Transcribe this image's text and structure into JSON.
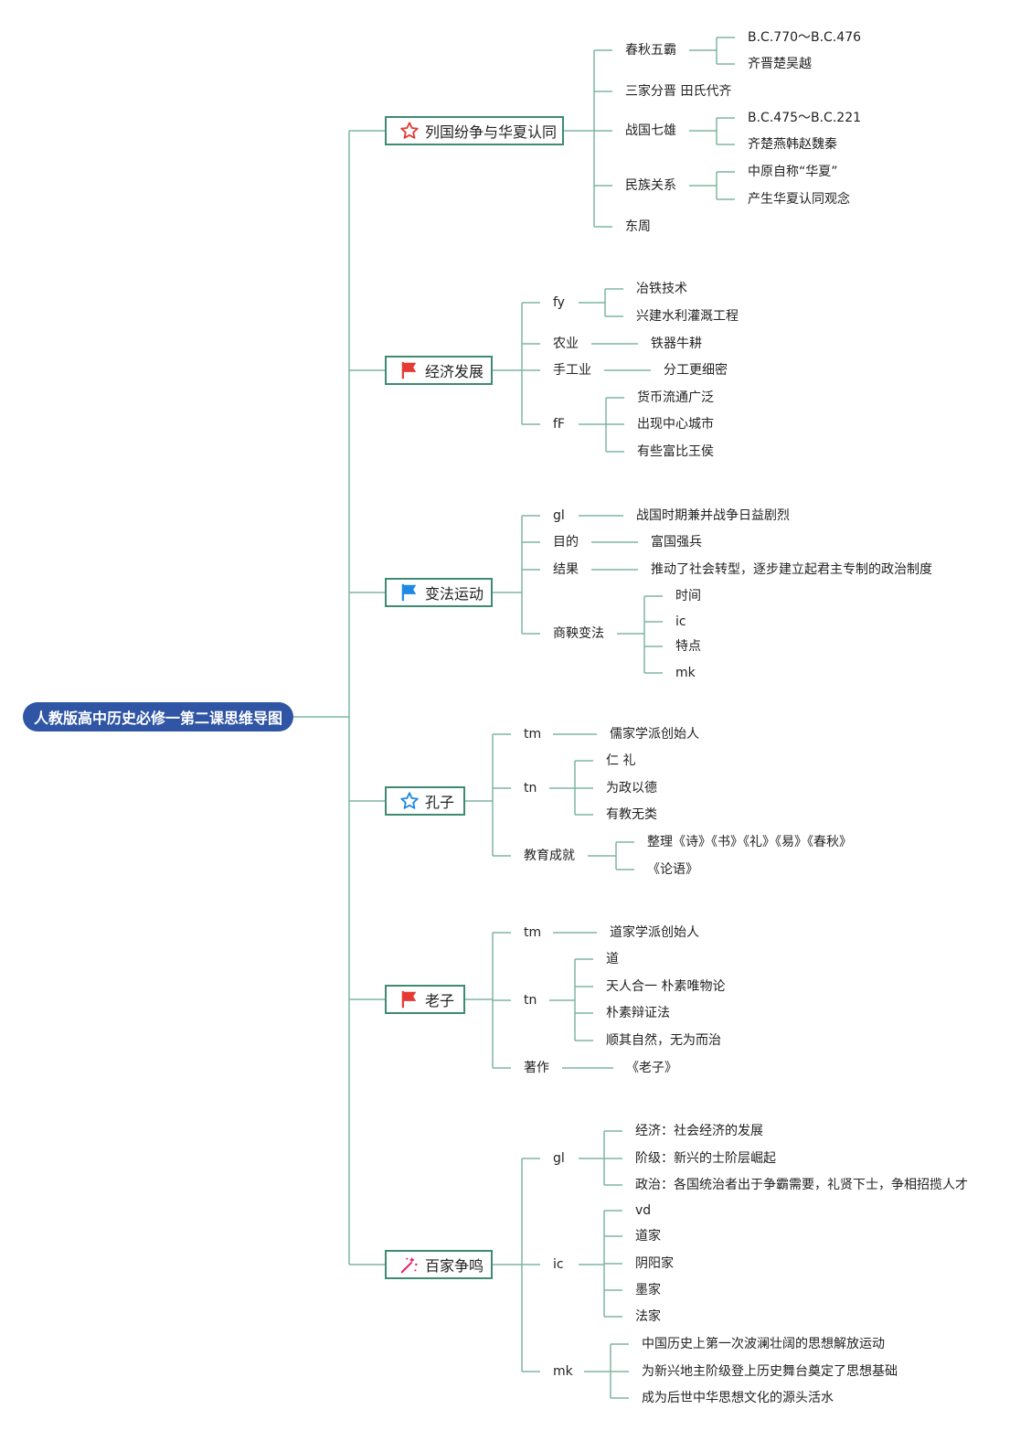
{
  "root": "人教版高中历史必修一第二课思维导图",
  "topics": [
    {
      "label": "列国纷争与华夏认同",
      "icon": "star-outline-red-icon",
      "children": [
        {
          "label": "春秋五霸",
          "children": [
            "B.C.770～B.C.476",
            "齐晋楚吴越"
          ]
        },
        {
          "label": "三家分晋 田氏代齐"
        },
        {
          "label": "战国七雄",
          "children": [
            "B.C.475～B.C.221",
            "齐楚燕韩赵魏秦"
          ]
        },
        {
          "label": "民族关系",
          "children": [
            "中原自称“华夏”",
            "产生华夏认同观念"
          ]
        },
        {
          "label": "东周"
        }
      ]
    },
    {
      "label": "经济发展",
      "icon": "red-flag-icon",
      "children": [
        {
          "label": "fy",
          "children": [
            "冶铁技术",
            "兴建水利灌溉工程"
          ]
        },
        {
          "label": "农业",
          "children": [
            "铁器牛耕"
          ]
        },
        {
          "label": "手工业",
          "children": [
            "分工更细密"
          ]
        },
        {
          "label": "fF",
          "children": [
            "货币流通广泛",
            "出现中心城市",
            "有些富比王侯"
          ]
        }
      ]
    },
    {
      "label": "变法运动",
      "icon": "blue-flag-icon",
      "children": [
        {
          "label": "gl",
          "children": [
            "战国时期兼并战争日益剧烈"
          ]
        },
        {
          "label": "目的",
          "children": [
            "富国强兵"
          ]
        },
        {
          "label": "结果",
          "children": [
            "推动了社会转型，逐步建立起君主专制的政治制度"
          ]
        },
        {
          "label": "商鞅变法",
          "children": [
            "时间",
            "ic",
            "特点",
            "mk"
          ]
        }
      ]
    },
    {
      "label": "孔子",
      "icon": "star-outline-blue-icon",
      "children": [
        {
          "label": "tm",
          "children": [
            "儒家学派创始人"
          ]
        },
        {
          "label": "tn",
          "children": [
            "仁 礼",
            "为政以德",
            "有教无类"
          ]
        },
        {
          "label": "教育成就",
          "children": [
            "整理《诗》《书》《礼》《易》《春秋》",
            "《论语》"
          ]
        }
      ]
    },
    {
      "label": "老子",
      "icon": "red-flag-icon",
      "children": [
        {
          "label": "tm",
          "children": [
            "道家学派创始人"
          ]
        },
        {
          "label": "tn",
          "children": [
            "道",
            "天人合一 朴素唯物论",
            "朴素辩证法",
            "顺其自然，无为而治"
          ]
        },
        {
          "label": "著作",
          "children": [
            "《老子》"
          ]
        }
      ]
    },
    {
      "label": "百家争鸣",
      "icon": "sparkle-icon",
      "children": [
        {
          "label": "gl",
          "children": [
            "经济：社会经济的发展",
            "阶级：新兴的士阶层崛起",
            "政治：各国统治者出于争霸需要，礼贤下士，争相招揽人才"
          ]
        },
        {
          "label": "ic",
          "children": [
            "vd",
            "道家",
            "阴阳家",
            "墨家",
            "法家"
          ]
        },
        {
          "label": "mk",
          "children": [
            "中国历史上第一次波澜壮阔的思想解放运动",
            "为新兴地主阶级登上历史舞台奠定了思想基础",
            "成为后世中华思想文化的源头活水"
          ]
        }
      ]
    }
  ],
  "colors": {
    "line": "#7fb59f",
    "topic_border": "#3f8a72",
    "root_bg": "#2f55a4"
  }
}
